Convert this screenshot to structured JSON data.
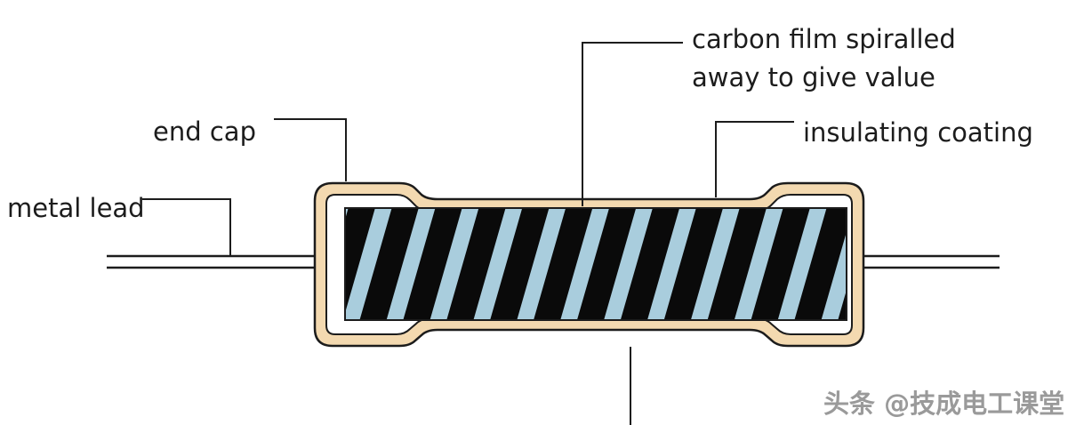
{
  "labels": {
    "carbon_film_line1": "carbon film spiralled",
    "carbon_film_line2": "away to give value",
    "insulating_coating": "insulating coating",
    "end_cap": "end cap",
    "metal_lead": "metal lead"
  },
  "watermark": "头条 @技成电工课堂",
  "colors": {
    "coating": "#f3d9b0",
    "inner": "#ffffff",
    "film_black": "#0a0a0a",
    "film_stripe": "#a9cddd",
    "line": "#1c1c1c",
    "watermark": "#9a9a9a"
  }
}
